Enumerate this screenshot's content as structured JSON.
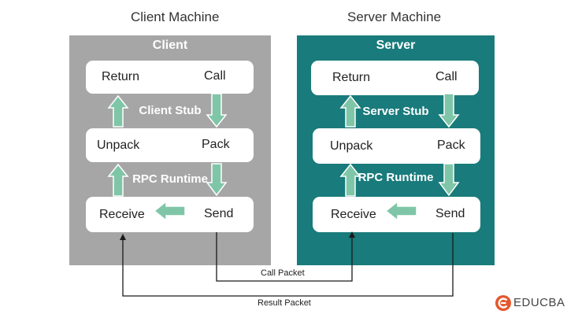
{
  "client_machine": {
    "heading": "Client Machine",
    "panel_title": "Client",
    "stub_label": "Client Stub",
    "runtime_label": "RPC Runtime",
    "layers": [
      {
        "left": "Return",
        "right": "Call"
      },
      {
        "left": "Unpack",
        "right": "Pack"
      },
      {
        "left": "Receive",
        "right": "Send"
      }
    ]
  },
  "server_machine": {
    "heading": "Server Machine",
    "panel_title": "Server",
    "stub_label": "Server Stub",
    "runtime_label": "RPC Runtime",
    "layers": [
      {
        "left": "Return",
        "right": "Call"
      },
      {
        "left": "Unpack",
        "right": "Pack"
      },
      {
        "left": "Receive",
        "right": "Send"
      }
    ]
  },
  "links": {
    "call_packet": "Call Packet",
    "result_packet": "Result Packet"
  },
  "brand": {
    "name": "EDUCBA",
    "icon": "educba-logo-icon"
  },
  "colors": {
    "client_panel": "#a6a6a6",
    "server_panel": "#197b7b",
    "arrow_fill": "#7fc6a8",
    "brand_accent": "#e4572e"
  }
}
